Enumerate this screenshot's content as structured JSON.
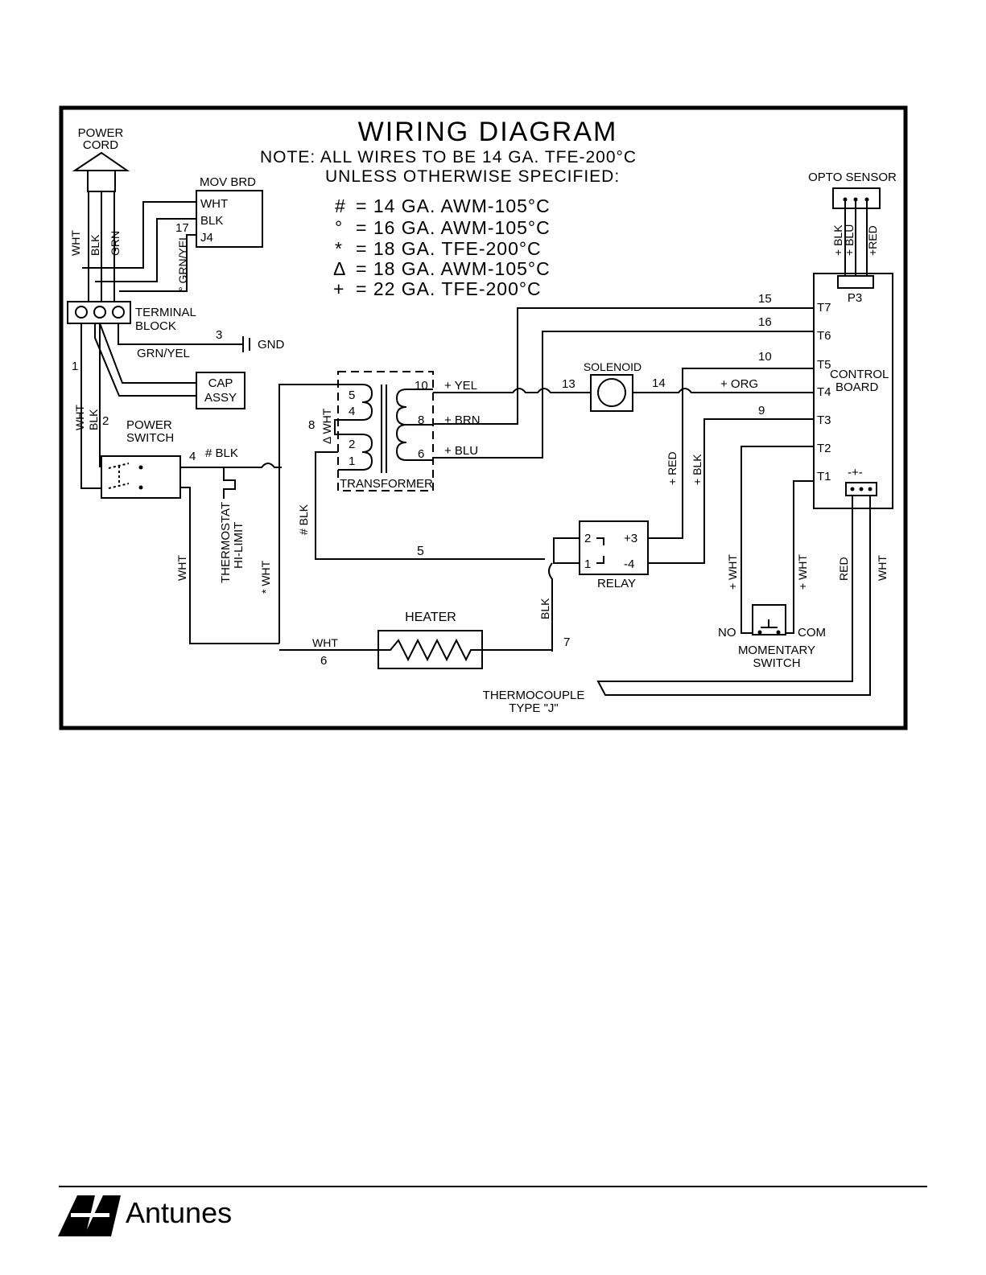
{
  "title": "WIRING DIAGRAM",
  "note_line1": "NOTE:  ALL WIRES TO BE 14 GA. TFE-200°C",
  "note_line2": "UNLESS OTHERWISE SPECIFIED:",
  "legend": [
    {
      "symbol": "#",
      "text": "= 14 GA. AWM-105°C"
    },
    {
      "symbol": "°",
      "text": "= 16 GA. AWM-105°C"
    },
    {
      "symbol": "*",
      "text": "= 18 GA. TFE-200°C"
    },
    {
      "symbol": "Δ",
      "text": "= 18 GA. AWM-105°C"
    },
    {
      "symbol": "+",
      "text": "= 22 GA. TFE-200°C"
    }
  ],
  "components": {
    "power_cord": [
      "POWER",
      "CORD"
    ],
    "mov_brd": {
      "title": "MOV BRD",
      "pins": [
        "WHT",
        "BLK",
        "J4"
      ]
    },
    "terminal_block": [
      "TERMINAL",
      "BLOCK"
    ],
    "gnd": "GND",
    "cap_assy": [
      "CAP",
      "ASSY"
    ],
    "power_switch": [
      "POWER",
      "SWITCH"
    ],
    "thermostat": [
      "THERMOSTAT",
      "HI-LIMIT"
    ],
    "transformer": {
      "title": "TRANSFORMER",
      "primary_taps": [
        "5",
        "4",
        "2",
        "1"
      ],
      "secondary_taps": [
        "10",
        "8",
        "6"
      ]
    },
    "solenoid": "SOLENOID",
    "relay": {
      "title": "RELAY",
      "pins": [
        "2",
        "1",
        "+3",
        "-4"
      ]
    },
    "heater": "HEATER",
    "momentary_switch": {
      "title": [
        "MOMENTARY",
        "SWITCH"
      ],
      "no": "NO",
      "com": "COM"
    },
    "thermocouple": [
      "THERMOCOUPLE",
      "TYPE \"J\""
    ],
    "opto_sensor": "OPTO SENSOR",
    "p3": "P3",
    "control_board": {
      "title": [
        "CONTROL",
        "BOARD"
      ],
      "terminals": [
        "T7",
        "T6",
        "T5",
        "T4",
        "T3",
        "T2",
        "T1"
      ],
      "polarity": "-+-"
    }
  },
  "wire_labels": {
    "cord_wht": "WHT",
    "cord_blk": "BLK",
    "cord_grn": "GRN",
    "w17": "17",
    "grn_yel_16": "° GRN/YEL",
    "w3": "3",
    "grn_yel": "GRN/YEL",
    "w1": "1",
    "w2": "2",
    "wht_left": "WHT",
    "blk_left": "BLK",
    "w4": "4",
    "blk14": "# BLK",
    "wht_bottom_left": "WHT",
    "wht18": "* WHT",
    "w8": "8",
    "delta_wht": "Δ WHT",
    "blk14_vert": "# BLK",
    "yel": "+ YEL",
    "brn": "+ BRN",
    "blu": "+ BLU",
    "w10a": "10",
    "w8b": "8",
    "w6a": "6",
    "w13": "13",
    "w14": "14",
    "w15": "15",
    "w16": "16",
    "w10b": "10",
    "org": "+ ORG",
    "w9": "9",
    "red_plus": "+ RED",
    "blk_plus": "+ BLK",
    "w5": "5",
    "blk_heater": "BLK",
    "w7": "7",
    "wht_heater": "WHT",
    "w6b": "6",
    "wht_mom_no": "+ WHT",
    "wht_mom_com": "+ WHT",
    "red_tc": "RED",
    "wht_tc": "WHT",
    "opto_blk": "+ BLK",
    "opto_blu": "+ BLU",
    "opto_red": "+RED"
  },
  "brand": {
    "name": "Antunes",
    "logo": "antunes-aa-logo"
  }
}
